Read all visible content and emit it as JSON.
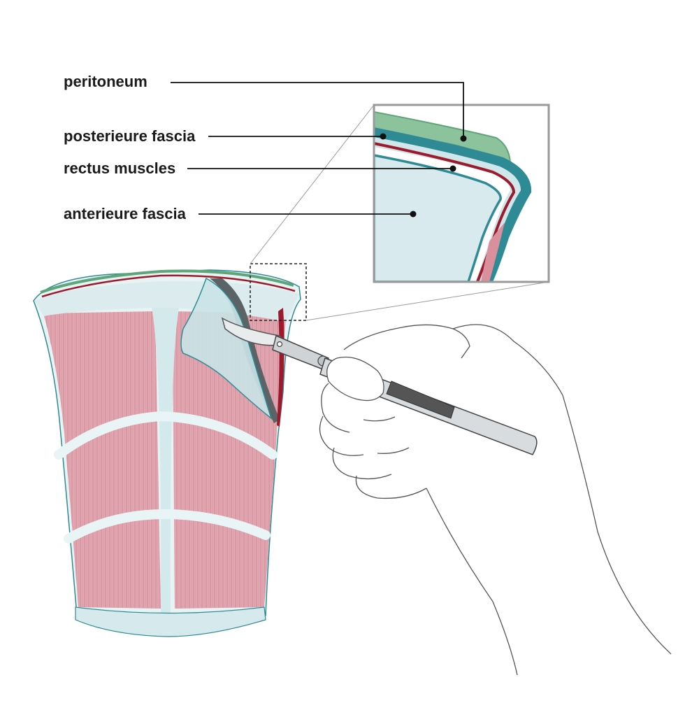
{
  "labels": {
    "peritoneum": "peritoneum",
    "posterior_fascia": "posterieure fascia",
    "rectus_muscles": "rectus muscles",
    "anterior_fascia": "anterieure fascia"
  },
  "colors": {
    "peritoneum": "#5fa57a",
    "posterior_fascia": "#2e8b95",
    "rectus_muscles": "#9c1a2c",
    "anterior_fascia": "#d8eaed",
    "muscle_fill": "#e2a9b2",
    "fascia_fill": "#cfe6ea",
    "leader": "#111111"
  },
  "icons": {
    "scalpel": "scalpel-icon",
    "hand": "hand-icon"
  }
}
